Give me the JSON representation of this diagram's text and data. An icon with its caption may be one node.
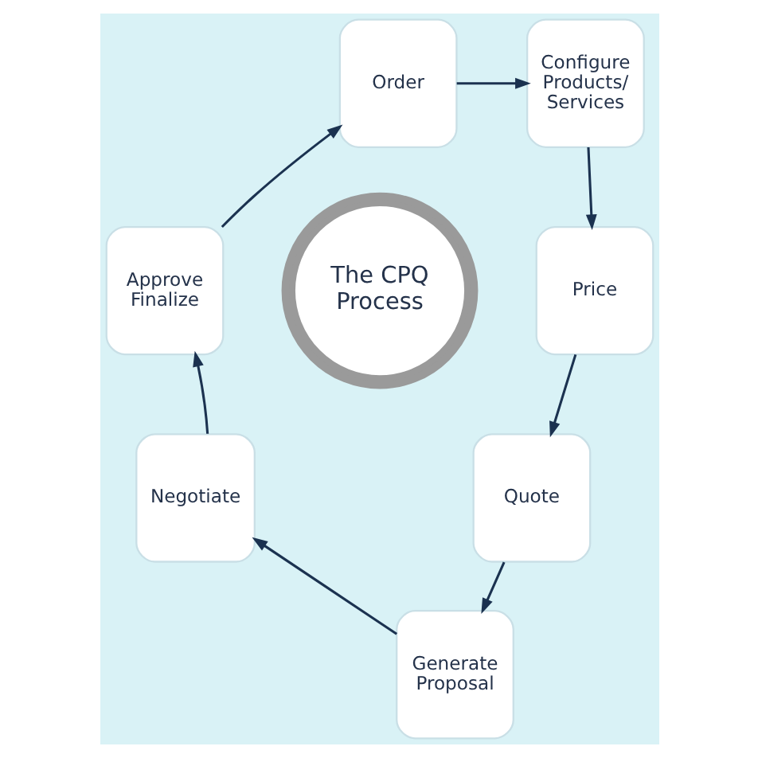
{
  "diagram": {
    "nodes": [
      {
        "text": [
          "The CPQ Process"
        ]
      },
      {
        "text": [
          "Order"
        ]
      },
      {
        "text": [
          "Configure Products/ Services"
        ]
      },
      {
        "text": [
          "Price"
        ]
      },
      {
        "text": [
          "Quote"
        ]
      },
      {
        "text": [
          "Generate Proposal"
        ]
      },
      {
        "text": [
          "Negotiate"
        ]
      },
      {
        "text": [
          "Approve Finalize"
        ]
      }
    ],
    "edges": [
      {
        "from": 1,
        "to": 2,
        "arrow": "to"
      },
      {
        "from": 2,
        "to": 3,
        "arrow": "to"
      },
      {
        "from": 3,
        "to": 4,
        "arrow": "to"
      },
      {
        "from": 4,
        "to": 5,
        "arrow": "to"
      },
      {
        "from": 5,
        "to": 6,
        "arrow": "to"
      },
      {
        "from": 6,
        "to": 7,
        "arrow": "to"
      },
      {
        "from": 7,
        "to": 1,
        "arrow": "to"
      }
    ]
  }
}
